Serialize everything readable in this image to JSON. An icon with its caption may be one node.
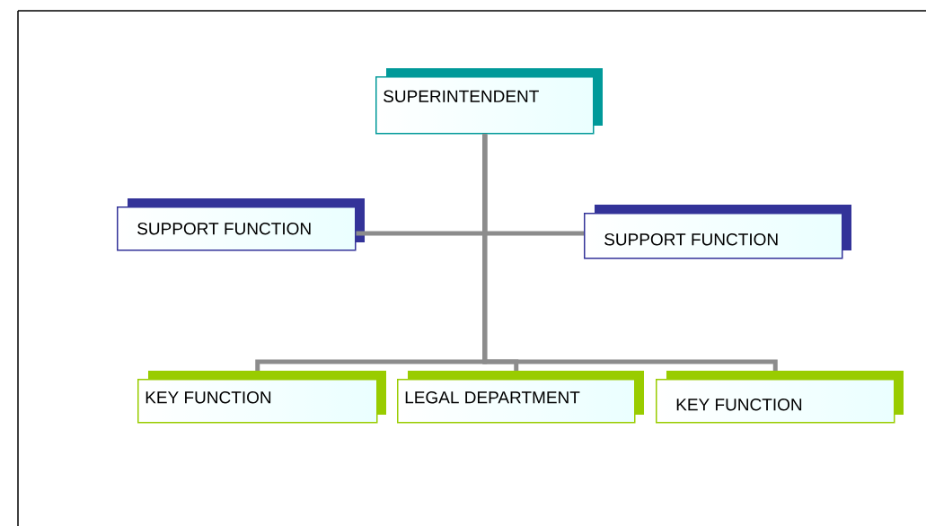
{
  "diagram": {
    "nodes": [
      {
        "text": [
          "SUPERINTENDENT"
        ]
      },
      {
        "text": [
          "SUPPORT FUNCTION"
        ]
      },
      {
        "text": [
          "SUPPORT FUNCTION"
        ]
      },
      {
        "text": [
          "KEY FUNCTION"
        ]
      },
      {
        "text": [
          "LEGAL DEPARTMENT"
        ]
      },
      {
        "text": [
          "KEY FUNCTION"
        ]
      }
    ],
    "edges": [
      {
        "from": 0,
        "to": 1,
        "arrow": "none"
      },
      {
        "from": 0,
        "to": 2,
        "arrow": "none"
      },
      {
        "from": 0,
        "to": 3,
        "arrow": "none"
      },
      {
        "from": 0,
        "to": 4,
        "arrow": "none"
      },
      {
        "from": 0,
        "to": 5,
        "arrow": "none"
      }
    ]
  }
}
